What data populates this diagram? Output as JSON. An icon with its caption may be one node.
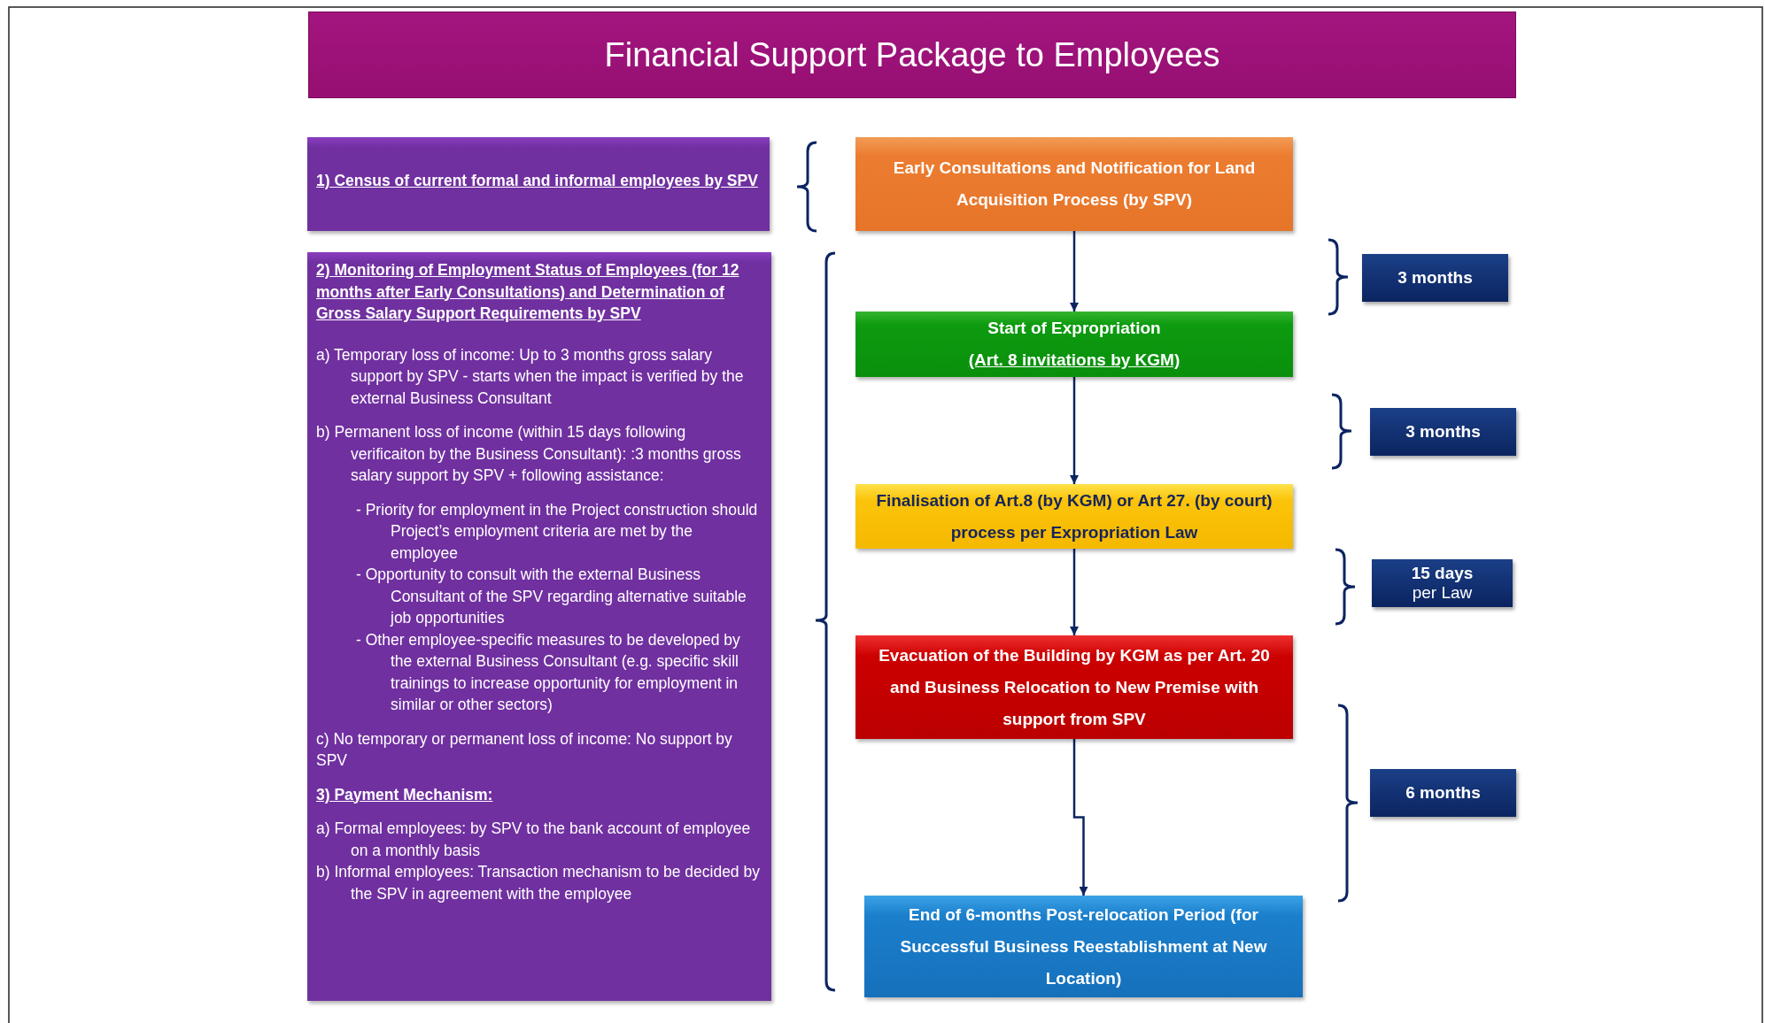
{
  "diagram": {
    "title": "Financial Support Package to Employees",
    "nodes": [
      {
        "text": [
          "1) Census of current formal and informal employees by SPV"
        ]
      },
      {
        "text": [
          "2) Monitoring of Employment Status of Employees (for 12 months after Early Consultations) and Determination of Gross Salary Support Requirements by SPV",
          "a) Temporary loss of income: Up to 3 months gross salary support by SPV - starts when the impact is verified by the external Business Consultant",
          "b) Permanent loss of income (within 15 days following verificaiton by the Business Consultant): :3 months gross salary support by SPV + following assistance:",
          "- Priority for employment in the Project construction should Project’s employment criteria are met by the employee",
          "- Opportunity to consult with the external Business Consultant of the SPV regarding alternative suitable job opportunities",
          "- Other employee-specific measures to be developed by the external Business Consultant (e.g. specific skill trainings to increase opportunity for employment in similar or other sectors)",
          "c) No temporary or permanent loss of income: No support by SPV",
          "3) Payment Mechanism:",
          "a) Formal employees: by SPV to the bank account of employee on a monthly basis",
          "b) Informal employees: Transaction mechanism to be decided by the SPV in agreement with the employee"
        ]
      },
      {
        "text": [
          "Early Consultations and Notification for Land Acquisition Process (by SPV)"
        ]
      },
      {
        "text": [
          "Start of Expropriation",
          "(Art. 8 invitations by KGM)"
        ]
      },
      {
        "text": [
          "Finalisation of Art.8 (by KGM) or Art 27. (by court) process per Expropriation Law"
        ]
      },
      {
        "text": [
          "Evacuation of the Building by KGM as per Art. 20 and Business Relocation to New Premise with support from SPV"
        ]
      },
      {
        "text": [
          "End of 6-months Post-relocation Period (for Successful Business Reestablishment at New Location)"
        ]
      },
      {
        "text": [
          "3 months"
        ]
      },
      {
        "text": [
          "3 months"
        ]
      },
      {
        "text": [
          "15 days",
          "per Law"
        ]
      },
      {
        "text": [
          "6 months"
        ]
      }
    ],
    "edges": [
      {
        "from": 2,
        "to": 3,
        "arrow": "to"
      },
      {
        "from": 3,
        "to": 4,
        "arrow": "to"
      },
      {
        "from": 4,
        "to": 5,
        "arrow": "to"
      },
      {
        "from": 5,
        "to": 6,
        "arrow": "to"
      }
    ]
  }
}
